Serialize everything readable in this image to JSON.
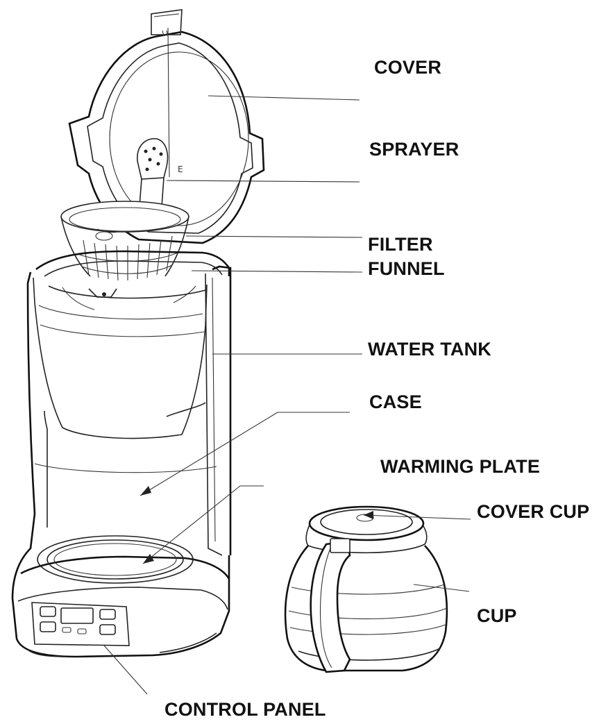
{
  "diagram": {
    "labels": {
      "cover": "COVER",
      "sprayer": "SPRAYER",
      "filter": "FILTER",
      "funnel": "FUNNEL",
      "water_tank": "WATER TANK",
      "case": "CASE",
      "warming_plate": "WARMING PLATE",
      "cover_cup": "COVER CUP",
      "cup": "CUP",
      "control_panel": "CONTROL PANEL"
    },
    "line_color": "#222222",
    "text_color": "#111111",
    "background": "#ffffff"
  }
}
